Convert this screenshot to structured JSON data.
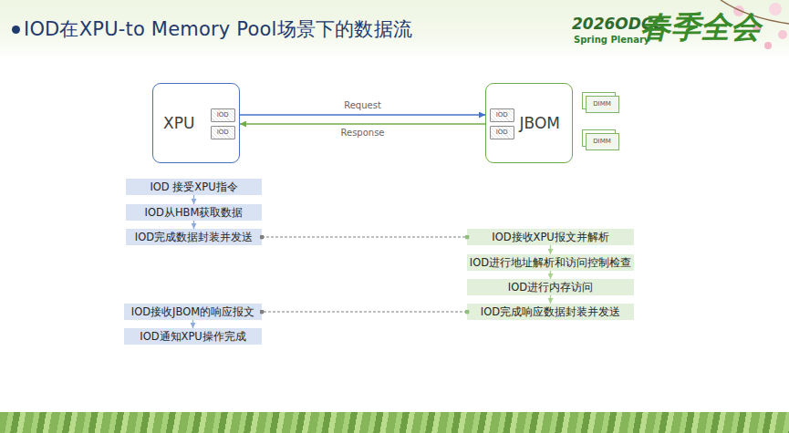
{
  "diagram": {
    "title": "IOD在XPU-to Memory Pool场景下的数据流",
    "nodes": [
      {
        "text": [
          "XPU"
        ]
      },
      {
        "text": [
          "IOD"
        ],
        "in": 0
      },
      {
        "text": [
          "IOD"
        ],
        "in": 0
      },
      {
        "text": [
          "JBOM"
        ]
      },
      {
        "text": [
          "IOD"
        ],
        "in": 3
      },
      {
        "text": [
          "IOD"
        ],
        "in": 3
      },
      {
        "text": [
          "DIMM"
        ]
      },
      {
        "text": [
          "DIMM"
        ]
      },
      {
        "text": [
          "IOD 接受XPU指令"
        ]
      },
      {
        "text": [
          "IOD从HBM获取数据"
        ]
      },
      {
        "text": [
          "IOD完成数据封装并发送"
        ]
      },
      {
        "text": [
          "IOD接收XPU报文并解析"
        ]
      },
      {
        "text": [
          "IOD进行地址解析和访问控制检查"
        ]
      },
      {
        "text": [
          "IOD进行内存访问"
        ]
      },
      {
        "text": [
          "IOD完成响应数据封装并发送"
        ]
      },
      {
        "text": [
          "IOD接收JBOM的响应报文"
        ]
      },
      {
        "text": [
          "IOD通知XPU操作完成"
        ]
      }
    ],
    "edges": [
      {
        "from": 0,
        "to": 3,
        "label": "Request",
        "arrow": "to"
      },
      {
        "from": 3,
        "to": 0,
        "label": "Response",
        "arrow": "to"
      },
      {
        "from": 8,
        "to": 9,
        "arrow": "to"
      },
      {
        "from": 9,
        "to": 10,
        "arrow": "to"
      },
      {
        "from": 10,
        "to": 11,
        "arrow": "none"
      },
      {
        "from": 11,
        "to": 12,
        "arrow": "to"
      },
      {
        "from": 12,
        "to": 13,
        "arrow": "to"
      },
      {
        "from": 13,
        "to": 14,
        "arrow": "to"
      },
      {
        "from": 14,
        "to": 15,
        "arrow": "none"
      },
      {
        "from": 15,
        "to": 16,
        "arrow": "to"
      }
    ],
    "labels": [
      "2026ODCC",
      "春季全会",
      "Spring Plenary"
    ]
  }
}
